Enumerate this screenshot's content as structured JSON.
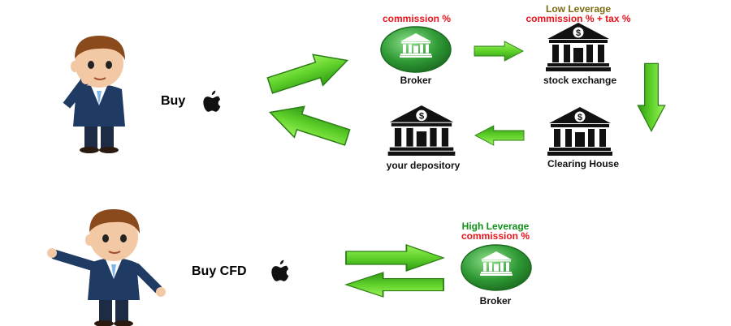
{
  "top": {
    "buy_label": "Buy",
    "broker": {
      "above": "commission %",
      "label": "Broker"
    },
    "stock_exchange": {
      "above_line1": "Low Leverage",
      "above_line2": "commission % + tax %",
      "label": "stock exchange"
    },
    "clearing_house": {
      "label": "Clearing House"
    },
    "depository": {
      "label": "your depository"
    }
  },
  "bottom": {
    "buy_label": "Buy CFD",
    "broker": {
      "above_line1": "High Leverage",
      "above_line2": "commission %",
      "label": "Broker"
    }
  },
  "colors": {
    "arrow_green": "#5fd12a",
    "arrow_dark": "#2f8a18",
    "broker_circle": "#3a9a3a",
    "label_red": "#e8141c",
    "label_olive": "#7a6a10",
    "label_green": "#11901a"
  },
  "icons": {
    "person": "businessman-figure",
    "apple": "apple-logo-icon",
    "bank": "bank-icon",
    "arrow": "arrow-icon"
  }
}
